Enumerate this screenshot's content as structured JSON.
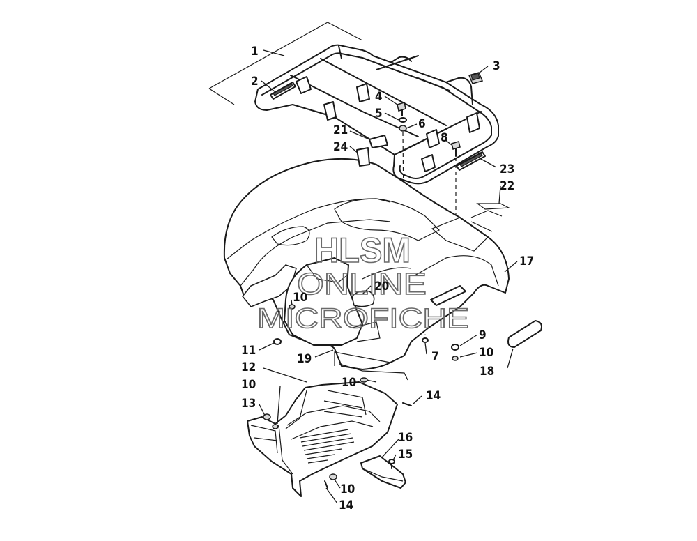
{
  "watermark": {
    "line1": "HLSM",
    "line2": "ONLINE",
    "line3": "MICROFICHE"
  },
  "callouts": [
    {
      "id": "c1",
      "label": "1"
    },
    {
      "id": "c2",
      "label": "2"
    },
    {
      "id": "c3",
      "label": "3"
    },
    {
      "id": "c4",
      "label": "4"
    },
    {
      "id": "c5",
      "label": "5"
    },
    {
      "id": "c6",
      "label": "6"
    },
    {
      "id": "c7",
      "label": "7"
    },
    {
      "id": "c8",
      "label": "8"
    },
    {
      "id": "c9",
      "label": "9"
    },
    {
      "id": "c10a",
      "label": "10"
    },
    {
      "id": "c10b",
      "label": "10"
    },
    {
      "id": "c10c",
      "label": "10"
    },
    {
      "id": "c10d",
      "label": "10"
    },
    {
      "id": "c10e",
      "label": "10"
    },
    {
      "id": "c11",
      "label": "11"
    },
    {
      "id": "c12",
      "label": "12"
    },
    {
      "id": "c13",
      "label": "13"
    },
    {
      "id": "c14a",
      "label": "14"
    },
    {
      "id": "c14b",
      "label": "14"
    },
    {
      "id": "c15",
      "label": "15"
    },
    {
      "id": "c16",
      "label": "16"
    },
    {
      "id": "c17",
      "label": "17"
    },
    {
      "id": "c18",
      "label": "18"
    },
    {
      "id": "c19",
      "label": "19"
    },
    {
      "id": "c20",
      "label": "20"
    },
    {
      "id": "c21",
      "label": "21"
    },
    {
      "id": "c22",
      "label": "22"
    },
    {
      "id": "c23",
      "label": "23"
    },
    {
      "id": "c24",
      "label": "24"
    }
  ]
}
